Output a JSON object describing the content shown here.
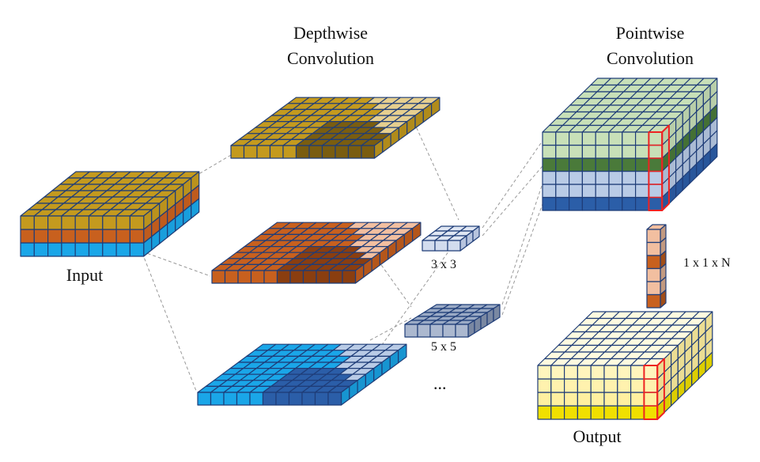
{
  "labels": {
    "depthwise_line1": "Depthwise",
    "depthwise_line2": "Convolution",
    "pointwise_line1": "Pointwise",
    "pointwise_line2": "Convolution",
    "input": "Input",
    "output": "Output",
    "kernel_3": "3 x 3",
    "kernel_5": "5 x 5",
    "ellipsis": "...",
    "kernel_1x1": "1 x 1 x N"
  },
  "colors": {
    "edge": "#1f3d78",
    "gold": "#c49a1e",
    "gold_dark": "#7a5d10",
    "gold_light": "#e6cf8f",
    "orange": "#c8601e",
    "orange_dark": "#8a3e10",
    "orange_light": "#f2bfa0",
    "blue": "#1aa6e8",
    "blue_dark": "#2b5ea8",
    "blue_light": "#b9cbe6",
    "green_light": "#c8e0b8",
    "green_dark": "#4a7a3a",
    "steel": "#8fa0bf",
    "yellow": "#fff0a0",
    "yellow_bright": "#f0e000",
    "highlight": "#ee2222",
    "connector": "#999999"
  }
}
